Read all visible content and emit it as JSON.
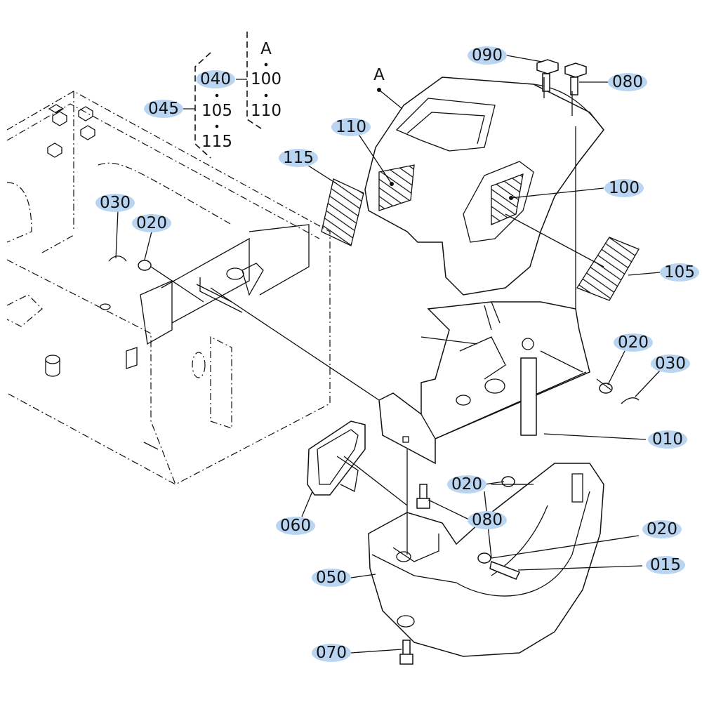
{
  "diagram": {
    "highlight_color": "#b9d5f2",
    "callouts": [
      {
        "id": "090",
        "text": "090"
      },
      {
        "id": "080a",
        "text": "080"
      },
      {
        "id": "110",
        "text": "110"
      },
      {
        "id": "115",
        "text": "115"
      },
      {
        "id": "030a",
        "text": "030"
      },
      {
        "id": "020a",
        "text": "020"
      },
      {
        "id": "100",
        "text": "100"
      },
      {
        "id": "105",
        "text": "105"
      },
      {
        "id": "020b",
        "text": "020"
      },
      {
        "id": "030b",
        "text": "030"
      },
      {
        "id": "010",
        "text": "010"
      },
      {
        "id": "020c",
        "text": "020"
      },
      {
        "id": "080b",
        "text": "080"
      },
      {
        "id": "060",
        "text": "060"
      },
      {
        "id": "020d",
        "text": "020"
      },
      {
        "id": "015",
        "text": "015"
      },
      {
        "id": "050",
        "text": "050"
      },
      {
        "id": "070",
        "text": "070"
      }
    ],
    "assembly_group": {
      "label_045": "045",
      "label_040": "040",
      "sub_105": "105",
      "sub_115": "115",
      "ref_A": "A",
      "sub_100": "100",
      "sub_110": "110"
    },
    "marker_A": "A"
  }
}
